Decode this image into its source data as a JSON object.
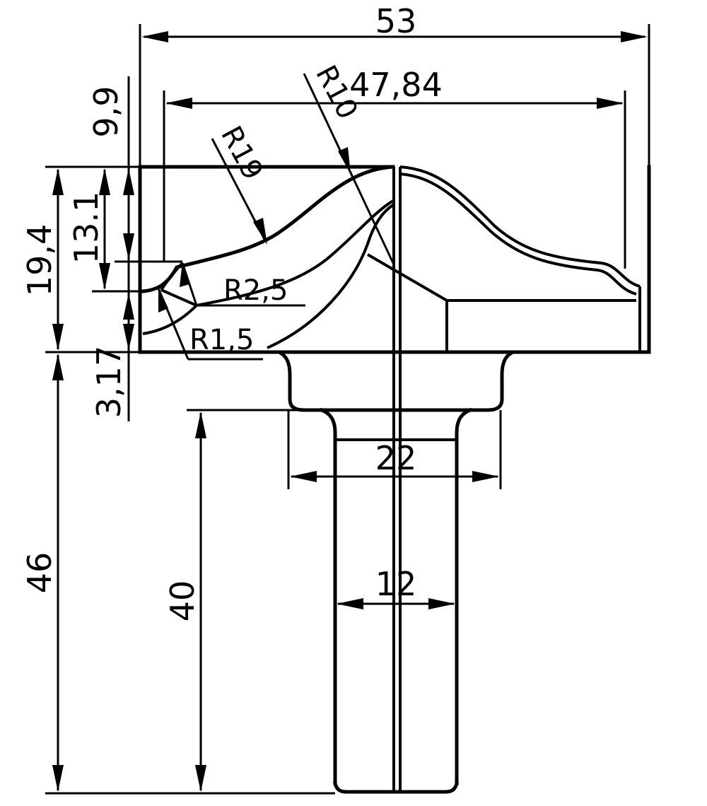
{
  "dimensions": {
    "overall_width": "53",
    "inner_width": "47,84",
    "height_9_9": "9,9",
    "height_19_4": "19,4",
    "height_13_1": "13.1",
    "height_3_17": "3,17",
    "height_46": "46",
    "height_40": "40",
    "collar_diameter": "22",
    "shank_diameter": "12"
  },
  "radii": {
    "r10": "R10",
    "r19": "R19",
    "r2_5": "R2,5",
    "r1_5": "R1,5"
  }
}
